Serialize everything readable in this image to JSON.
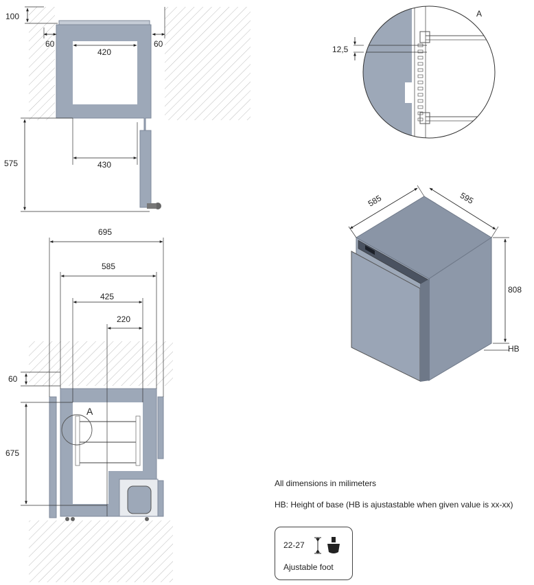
{
  "top_view": {
    "dims": {
      "clear_top": "100",
      "clear_left": "60",
      "clear_right": "60",
      "inner_width_top": "420",
      "height": "575",
      "inner_width_bottom": "430"
    }
  },
  "side_view": {
    "dims": {
      "overall_depth": "695",
      "cabinet_depth": "585",
      "shelf_depth": "425",
      "compressor_depth": "220",
      "clear_top": "60",
      "inner_height": "675"
    },
    "detail_label": "A"
  },
  "detail_view": {
    "label": "A",
    "dim_pitch": "12,5"
  },
  "iso_view": {
    "dim_width": "585",
    "dim_depth": "595",
    "dim_height": "808",
    "dim_base": "HB"
  },
  "notes": {
    "units": "All dimensions in milimeters",
    "hb": "HB: Height of base (HB is ajustastable when given value is xx-xx)"
  },
  "foot": {
    "range": "22-27",
    "label": "Ajustable foot"
  },
  "colors": {
    "body": "#9da8b8",
    "body_dark": "#7f8a9b",
    "hatch": "#b5b5b5",
    "line": "#333333"
  }
}
